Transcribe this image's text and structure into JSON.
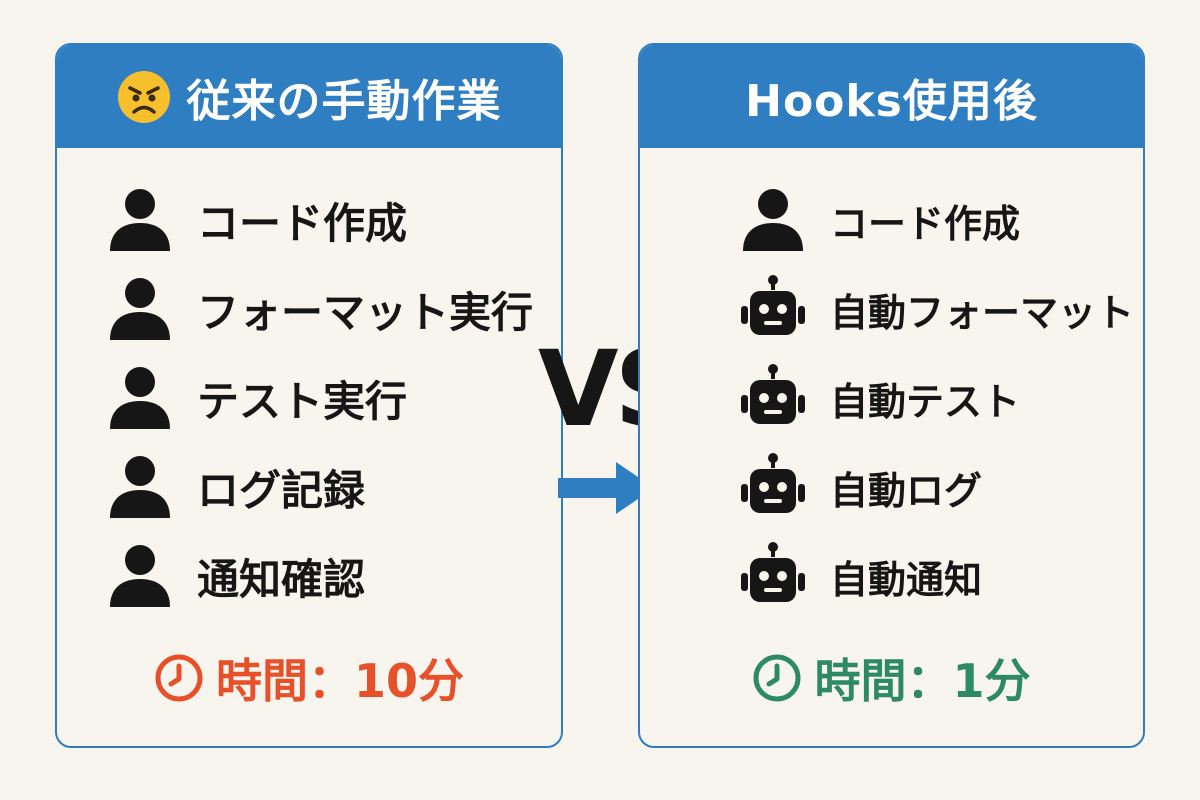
{
  "left_card": {
    "title": "従来の手動作業",
    "title_icon": "angry-face-icon",
    "items": [
      {
        "label": "コード作成",
        "icon": "person-icon"
      },
      {
        "label": "フォーマット実行",
        "icon": "person-icon"
      },
      {
        "label": "テスト実行",
        "icon": "person-icon"
      },
      {
        "label": "ログ記録",
        "icon": "person-icon"
      },
      {
        "label": "通知確認",
        "icon": "person-icon"
      }
    ],
    "time_label": "時間：10分",
    "time_color": "#e8502a"
  },
  "right_card": {
    "title": "Hooks使用後",
    "items": [
      {
        "label": "コード作成",
        "icon": "person-icon"
      },
      {
        "label": "自動フォーマット",
        "icon": "robot-icon"
      },
      {
        "label": "自動テスト",
        "icon": "robot-icon"
      },
      {
        "label": "自動ログ",
        "icon": "robot-icon"
      },
      {
        "label": "自動通知",
        "icon": "robot-icon"
      }
    ],
    "time_label": "時間：1分",
    "time_color": "#2e8a62"
  },
  "vs_label": "VS",
  "colors": {
    "header_blue": "#2f7ec1",
    "background": "#f8f5ee",
    "arrow_blue": "#2f7ec1"
  }
}
